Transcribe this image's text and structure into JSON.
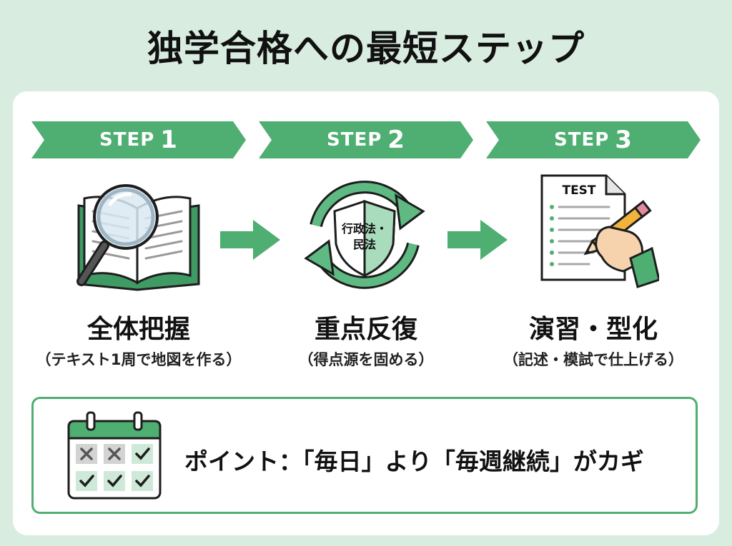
{
  "title": "独学合格への最短ステップ",
  "steps": [
    {
      "label": "STEP",
      "number": "1",
      "title": "全体把握",
      "subtitle": "（テキスト1周で地図を作る）"
    },
    {
      "label": "STEP",
      "number": "2",
      "title": "重点反復",
      "subtitle": "（得点源を固める）",
      "shield_line1": "行政法・",
      "shield_line2": "民法"
    },
    {
      "label": "STEP",
      "number": "3",
      "title": "演習・型化",
      "subtitle": "（記述・模試で仕上げる）",
      "paper_label": "TEST"
    }
  ],
  "point": {
    "text": "ポイント：「毎日」より「毎週継続」がカギ"
  },
  "colors": {
    "accent": "#4fae72",
    "accent_dark": "#2e7d4f",
    "background": "#d8ede0"
  },
  "icons": [
    "magnifier-book-icon",
    "cycle-shield-icon",
    "test-pencil-icon",
    "calendar-icon"
  ]
}
